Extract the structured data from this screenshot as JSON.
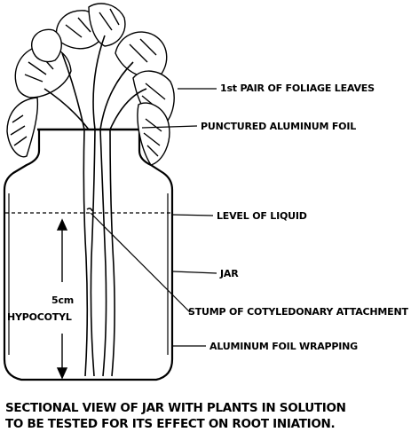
{
  "labels": {
    "foliage_leaves": "1st PAIR OF FOLIAGE LEAVES",
    "punctured_foil": "PUNCTURED ALUMINUM FOIL",
    "level_liquid": "LEVEL OF LIQUID",
    "jar": "JAR",
    "stump": "STUMP OF COTYLEDONARY ATTACHMENT",
    "foil_wrapping": "ALUMINUM FOIL WRAPPING",
    "measure": "5cm",
    "hypocotyl": "HYPOCOTYL"
  },
  "caption": {
    "line1": "SECTIONAL VIEW OF JAR WITH PLANTS IN SOLUTION",
    "line2": "TO BE TESTED FOR ITS EFFECT ON ROOT INIATION."
  }
}
